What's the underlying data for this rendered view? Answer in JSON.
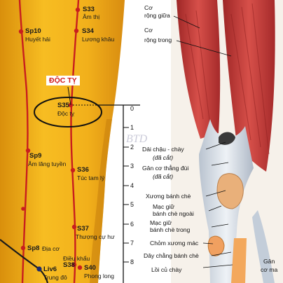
{
  "callout": {
    "text": "ĐỘC TỴ"
  },
  "watermark": "BTD",
  "leg_points": [
    {
      "code": "S33",
      "name": "Âm thị"
    },
    {
      "code": "Sp10",
      "name": "Huyết hải"
    },
    {
      "code": "S34",
      "name": "Lương khâu"
    },
    {
      "code": "S35",
      "name": "Độc tỵ"
    },
    {
      "code": "Sp9",
      "name": "Âm lăng tuyền"
    },
    {
      "code": "S36",
      "name": "Túc tam lý"
    },
    {
      "code": "S37",
      "name": "Thượng cự hư"
    },
    {
      "code": "Sp8",
      "name": "Địa cơ"
    },
    {
      "code": "S38",
      "name": "Điều khẩu"
    },
    {
      "code": "Liv6",
      "name": "Trung đô"
    },
    {
      "code": "S40",
      "name": "Phong long"
    }
  ],
  "ruler": {
    "ticks": [
      "0",
      "1",
      "2",
      "3",
      "4",
      "5",
      "6",
      "7",
      "8"
    ]
  },
  "anatomy": {
    "top_labels": [
      "Cơ",
      "rộng giữa",
      "Cơ",
      "rộng trong"
    ],
    "labels": [
      {
        "text": "Dải chậu - chày",
        "note": "(đã cắt)"
      },
      {
        "text": "Gân cơ thẳng đùi",
        "note": "(đã cắt)"
      },
      {
        "text": "Xương bánh chè",
        "note": ""
      },
      {
        "text": "Mạc giữ",
        "note": ""
      },
      {
        "text": "bánh chè ngoài",
        "note": ""
      },
      {
        "text": "Mạc giữ",
        "note": ""
      },
      {
        "text": "bánh chè trong",
        "note": ""
      },
      {
        "text": "Chỏm xương mác",
        "note": ""
      },
      {
        "text": "Dây chằng bánh chè",
        "note": ""
      },
      {
        "text": "Lồi củ chày",
        "note": ""
      }
    ],
    "corner_label": {
      "line1": "Gân",
      "line2": "cơ ma"
    }
  },
  "colors": {
    "skin": "#f2b21a",
    "meridian": "#c81e1e",
    "muscle": "#c83a36",
    "tendon": "#dfe6ee"
  }
}
